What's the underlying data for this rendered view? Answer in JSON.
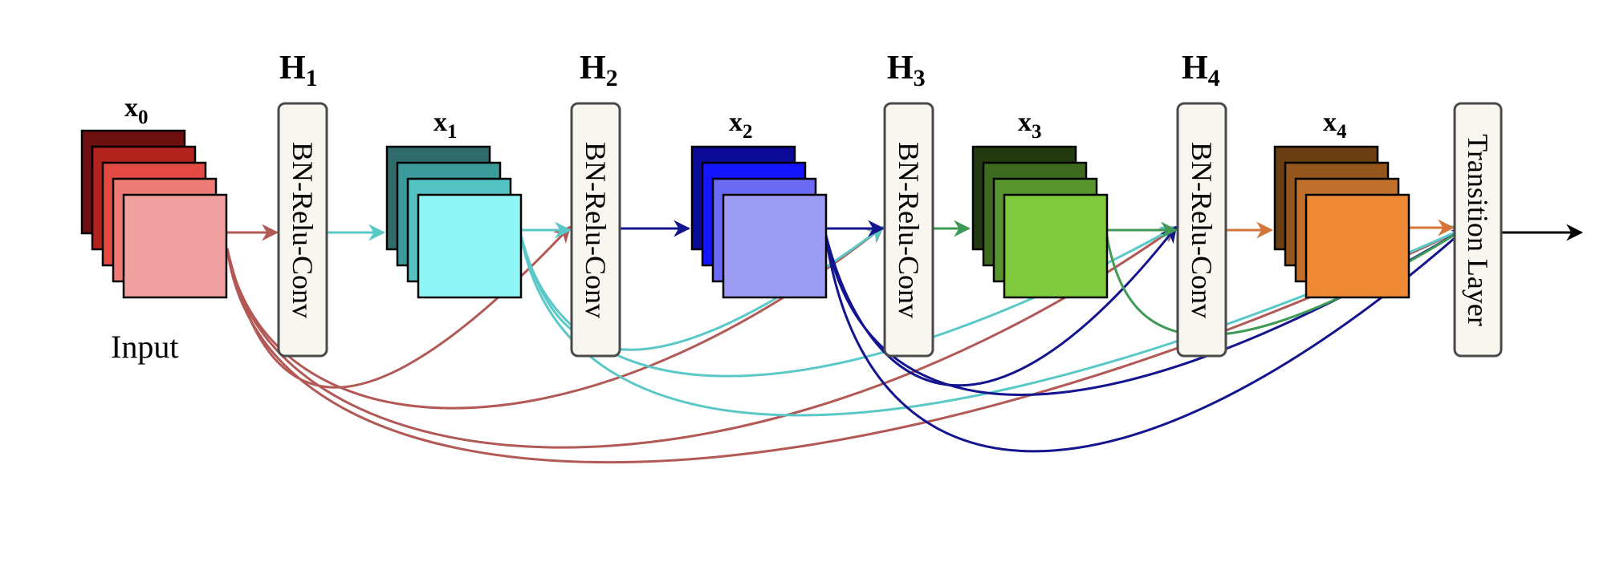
{
  "input_label": "Input",
  "operations": [
    {
      "symbol": "H",
      "index": "1",
      "text": "BN-Relu-Conv"
    },
    {
      "symbol": "H",
      "index": "2",
      "text": "BN-Relu-Conv"
    },
    {
      "symbol": "H",
      "index": "3",
      "text": "BN-Relu-Conv"
    },
    {
      "symbol": "H",
      "index": "4",
      "text": "BN-Relu-Conv"
    }
  ],
  "transition": {
    "text": "Transition Layer"
  },
  "feature_maps": [
    {
      "symbol": "x",
      "index": "0",
      "colors": [
        "#6b0f0f",
        "#b3231e",
        "#e34a44",
        "#ee7b76",
        "#f2a1a1"
      ],
      "link_color": "#b35955"
    },
    {
      "symbol": "x",
      "index": "1",
      "colors": [
        "#2f6b6b",
        "#3d9a9a",
        "#52c2c2",
        "#8ff5f5"
      ],
      "link_color": "#5bc8c8"
    },
    {
      "symbol": "x",
      "index": "2",
      "colors": [
        "#0a0a96",
        "#1414ff",
        "#6a6af5",
        "#9c9cf4"
      ],
      "link_color": "#14148f"
    },
    {
      "symbol": "x",
      "index": "3",
      "colors": [
        "#23390f",
        "#3d6a1e",
        "#57942d",
        "#7ec93c"
      ],
      "link_color": "#3f9a55"
    },
    {
      "symbol": "x",
      "index": "4",
      "colors": [
        "#6b3d12",
        "#95561e",
        "#c0702a",
        "#ee8a36"
      ],
      "link_color": "#d4763a"
    }
  ]
}
